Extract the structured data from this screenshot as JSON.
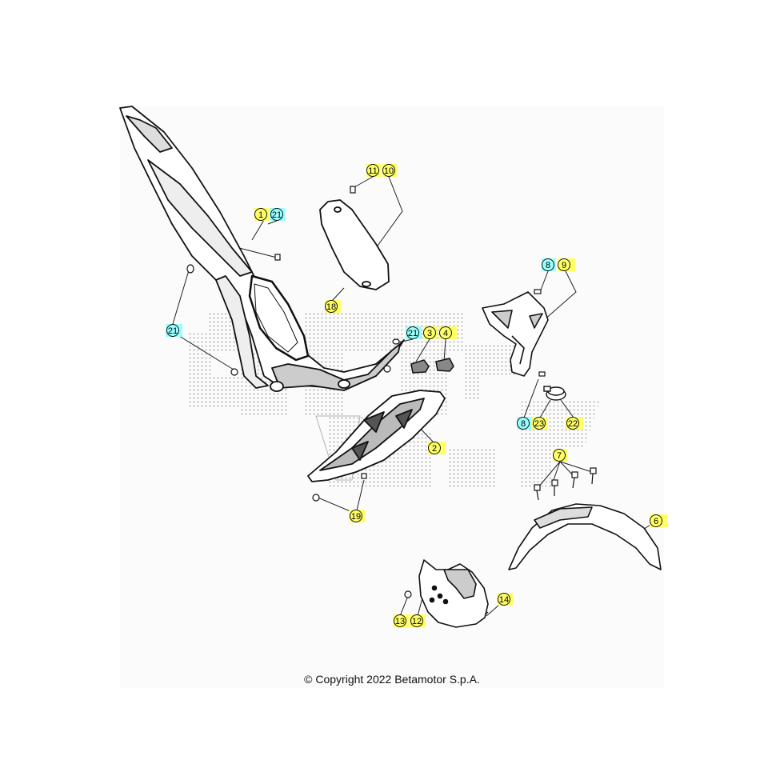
{
  "callouts": [
    {
      "id": "c11",
      "label": "11",
      "box": "#ffff66"
    },
    {
      "id": "c10",
      "label": "10",
      "box": "#ffff66"
    },
    {
      "id": "c1",
      "label": "1",
      "box": "#ffff66"
    },
    {
      "id": "c21a",
      "label": "21",
      "box": "#99ffff"
    },
    {
      "id": "c8a",
      "label": "8",
      "box": "#99ffff"
    },
    {
      "id": "c9",
      "label": "9",
      "box": "#ffff66"
    },
    {
      "id": "c18",
      "label": "18",
      "box": "#ffff66"
    },
    {
      "id": "c21b",
      "label": "21",
      "box": "#99ffff"
    },
    {
      "id": "c21c",
      "label": "21",
      "box": "#99ffff"
    },
    {
      "id": "c3",
      "label": "3",
      "box": "#ffff66"
    },
    {
      "id": "c4",
      "label": "4",
      "box": "#ffff66"
    },
    {
      "id": "c8b",
      "label": "8",
      "box": "#99ffff"
    },
    {
      "id": "c23",
      "label": "23",
      "box": "#ffff66"
    },
    {
      "id": "c22",
      "label": "22",
      "box": "#ffff66"
    },
    {
      "id": "c2",
      "label": "2",
      "box": "#ffff66"
    },
    {
      "id": "c7",
      "label": "7",
      "box": "#ffff66"
    },
    {
      "id": "c19",
      "label": "19",
      "box": "#ffff66"
    },
    {
      "id": "c6",
      "label": "6",
      "box": "#ffff66"
    },
    {
      "id": "c14",
      "label": "14",
      "box": "#ffff66"
    },
    {
      "id": "c13",
      "label": "13",
      "box": "#ffff66"
    },
    {
      "id": "c12",
      "label": "12",
      "box": "#ffff66"
    }
  ],
  "copyright": "© Copyright 2022 Betamotor S.p.A."
}
